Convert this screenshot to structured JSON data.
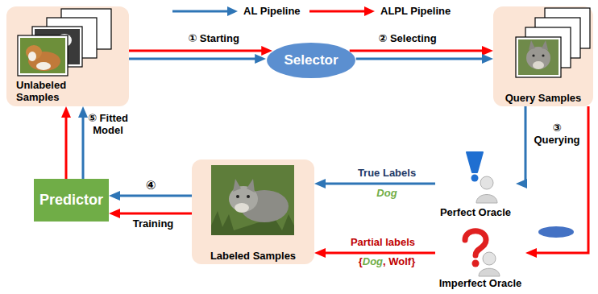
{
  "diagram": {
    "nodes": [
      {
        "text": [
          "Unlabeled Samples"
        ]
      },
      {
        "text": [
          "Selector"
        ]
      },
      {
        "text": [
          "Query Samples"
        ]
      },
      {
        "text": [
          "Perfect Oracle"
        ]
      },
      {
        "text": [
          "Predictor"
        ]
      },
      {
        "text": [
          "Labeled Samples"
        ]
      },
      {
        "text": [
          "Imperfect Oracle"
        ]
      }
    ],
    "edges": [
      {
        "from": 0,
        "to": 1,
        "arrow": "to",
        "label": "① Starting"
      },
      {
        "from": 0,
        "to": 1,
        "arrow": "to"
      },
      {
        "from": 1,
        "to": 2,
        "arrow": "to",
        "label": "② Selecting"
      },
      {
        "from": 1,
        "to": 2,
        "arrow": "to"
      },
      {
        "from": 2,
        "to": 3,
        "arrow": "to",
        "label": "③ Querying"
      },
      {
        "from": 2,
        "to": 6,
        "arrow": "to"
      },
      {
        "from": 3,
        "to": 5,
        "arrow": "to",
        "label": "True Labels"
      },
      {
        "from": 6,
        "to": 5,
        "arrow": "to",
        "label": "Partial labels"
      },
      {
        "from": 5,
        "to": 4,
        "arrow": "to",
        "label": "④"
      },
      {
        "from": 5,
        "to": 4,
        "arrow": "to",
        "label": "Training"
      },
      {
        "from": 4,
        "to": 0,
        "arrow": "to"
      },
      {
        "from": 4,
        "to": 0,
        "arrow": "to",
        "label": "⑤ Fitted Model"
      }
    ],
    "labels": [
      "Dog",
      "{Dog, Wolf}"
    ],
    "legend": [
      {
        "text": "AL Pipeline"
      },
      {
        "text": "ALPL Pipeline"
      }
    ]
  }
}
